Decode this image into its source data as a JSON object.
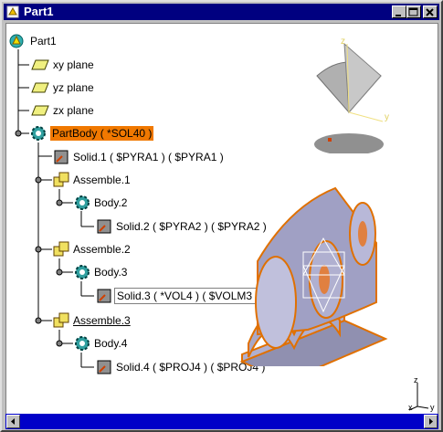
{
  "window": {
    "title": "Part1"
  },
  "tree": {
    "root": "Part1",
    "xy_plane": "xy plane",
    "yz_plane": "yz plane",
    "zx_plane": "zx plane",
    "part_body": "PartBody ( *SOL40 )",
    "solid1": "Solid.1 ( $PYRA1 ) ( $PYRA1 )",
    "assemble1": "Assemble.1",
    "body2": "Body.2",
    "solid2": "Solid.2 ( $PYRA2 ) ( $PYRA2 )",
    "assemble2": "Assemble.2",
    "body3": "Body.3",
    "solid3": "Solid.3 ( *VOL4 ) ( $VOLM3 ) ( $VOLM3 )",
    "assemble3": "Assemble.3",
    "body4": "Body.4",
    "solid4": "Solid.4 ( $PROJ4 ) ( $PROJ4 )"
  },
  "compass": {
    "z": "z",
    "y": "y"
  },
  "axes": {
    "z": "z",
    "x": "x",
    "y": "y"
  },
  "colors": {
    "title_bar": "#000080",
    "highlight": "#f07800",
    "scrollbar": "#0000c8",
    "part_edge": "#e07000",
    "part_face": "#a8a8c8"
  }
}
